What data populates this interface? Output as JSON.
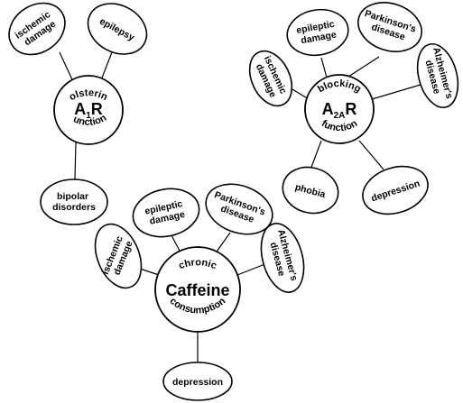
{
  "hubs": {
    "a1r": {
      "top": "bolstering",
      "main": "A",
      "sub": "1",
      "main_tail": "R",
      "bottom": "function",
      "leaves": {
        "ischemic_1": "ischemic",
        "ischemic_2": "damage",
        "epilepsy": "epilepsy",
        "bipolar_1": "bipolar",
        "bipolar_2": "disorders"
      }
    },
    "a2ar": {
      "top": "blocking",
      "main": "A",
      "sub": "2A",
      "main_tail": "R",
      "bottom": "function",
      "leaves": {
        "ischemic_1": "ischemic",
        "ischemic_2": "damage",
        "epileptic_1": "epileptic",
        "epileptic_2": "damage",
        "parkinsons_1": "Parkinson's",
        "parkinsons_2": "disease",
        "alzheimers_1": "Alzheimer's",
        "alzheimers_2": "disease",
        "phobia": "phobia",
        "depression": "depression"
      }
    },
    "caffeine": {
      "top": "chronic",
      "main": "Caffeine",
      "bottom": "consumption",
      "leaves": {
        "ischemic_1": "ischemic",
        "ischemic_2": "damage",
        "epileptic_1": "epileptic",
        "epileptic_2": "damage",
        "parkinsons_1": "Parkinson's",
        "parkinsons_2": "disease",
        "alzheimers_1": "Alzheimer's",
        "alzheimers_2": "disease",
        "depression": "depression"
      }
    }
  }
}
